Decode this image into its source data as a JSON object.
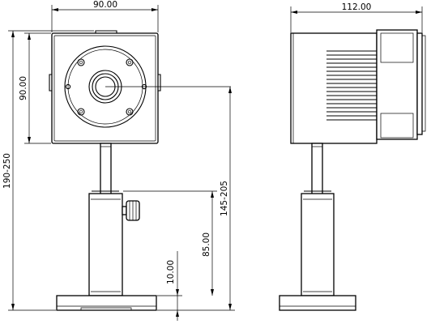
{
  "dimensions": {
    "front_width": "90.00",
    "front_height": "90.00",
    "overall_height": "190-250",
    "axis_height": "145-205",
    "post_height": "85.00",
    "base_thickness": "10.00",
    "side_depth": "112.00"
  }
}
